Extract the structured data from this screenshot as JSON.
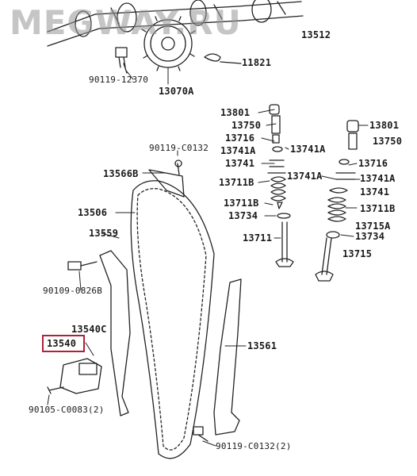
{
  "watermark": "MEGWAY.RU",
  "highlight_color": "#b0203a",
  "labels": {
    "p13512": "13512",
    "p11821": "11821",
    "p90119_12370": "90119-12370",
    "p13070A": "13070A",
    "p13801_l": "13801",
    "p13750_l": "13750",
    "p13716_l": "13716",
    "p13741A_l1": "13741A",
    "p13741A_l1b": "13741A",
    "p13741_l": "13741",
    "p13741A_l2": "13741A",
    "p13711B_l": "13711B",
    "p13711B_l2": "13711B",
    "p13734_l": "13734",
    "p13711_l": "13711",
    "p13801_r": "13801",
    "p13750_r": "13750",
    "p13716_r": "13716",
    "p13741A_r": "13741A",
    "p13741_r": "13741",
    "p13711B_r": "13711B",
    "p13715A_r": "13715A",
    "p13734_r": "13734",
    "p13715_r": "13715",
    "p90119_C0132": "90119-C0132",
    "p13566B": "13566B",
    "p13506": "13506",
    "p13559": "13559",
    "p90109_0826B": "90109-0826B",
    "p13540C": "13540C",
    "p13540": "13540",
    "p13561": "13561",
    "p90105_C0083": "90105-C0083(2)",
    "p90119_C0132_2": "90119-C0132(2)"
  }
}
